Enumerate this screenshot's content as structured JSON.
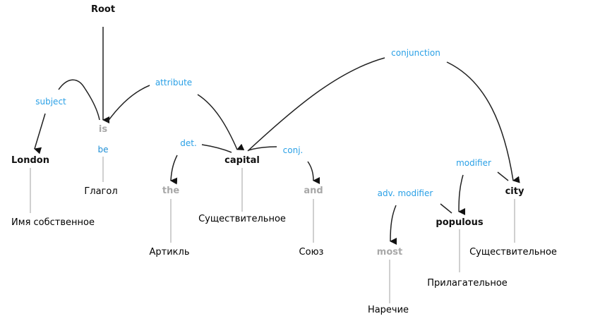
{
  "diagram": {
    "root_label": "Root",
    "colors": {
      "relation": "#2aa0e6",
      "main_word": "#111111",
      "function_word": "#a8a8a8",
      "edge": "#222222",
      "pos_line": "#c0c0c0"
    },
    "words": [
      {
        "id": "london",
        "text": "London",
        "pos": "Имя собственное",
        "kind": "main"
      },
      {
        "id": "is",
        "text": "is",
        "lemma": "be",
        "pos": "Глагол",
        "kind": "func"
      },
      {
        "id": "the",
        "text": "the",
        "pos": "Артикль",
        "kind": "func"
      },
      {
        "id": "capital",
        "text": "capital",
        "pos": "Существительное",
        "kind": "main"
      },
      {
        "id": "and",
        "text": "and",
        "pos": "Союз",
        "kind": "func"
      },
      {
        "id": "most",
        "text": "most",
        "pos": "Наречие",
        "kind": "func"
      },
      {
        "id": "populous",
        "text": "populous",
        "pos": "Прилагательное",
        "kind": "main"
      },
      {
        "id": "city",
        "text": "city",
        "pos": "Существительное",
        "kind": "main"
      }
    ],
    "relations": [
      {
        "label": "subject",
        "from": "is",
        "to": "london"
      },
      {
        "label": "attribute",
        "from": "is",
        "to": "capital"
      },
      {
        "label": "det.",
        "from": "capital",
        "to": "the"
      },
      {
        "label": "conj.",
        "from": "capital",
        "to": "and"
      },
      {
        "label": "conjunction",
        "from": "capital",
        "to": "city"
      },
      {
        "label": "modifier",
        "from": "city",
        "to": "populous"
      },
      {
        "label": "adv. modifier",
        "from": "populous",
        "to": "most"
      }
    ]
  }
}
